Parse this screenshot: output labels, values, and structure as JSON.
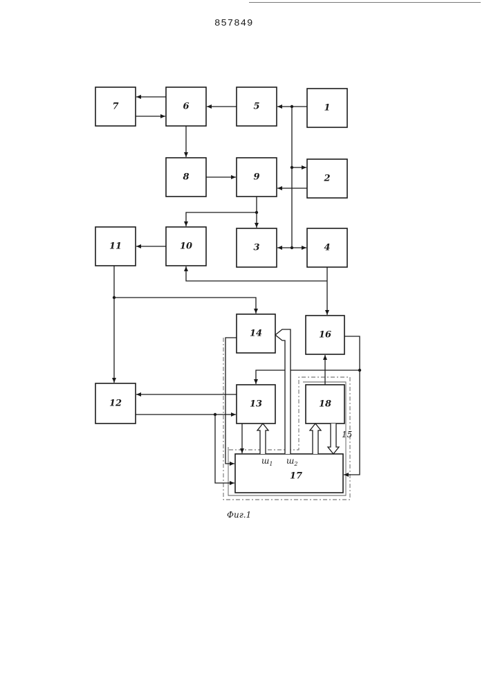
{
  "page_number": "857849",
  "figure_caption": "Фиг.1",
  "blocks": {
    "b1": "1",
    "b2": "2",
    "b3": "3",
    "b4": "4",
    "b5": "5",
    "b6": "6",
    "b7": "7",
    "b8": "8",
    "b9": "9",
    "b10": "10",
    "b11": "11",
    "b12": "12",
    "b13": "13",
    "b14": "14",
    "b16": "16",
    "b17": "17",
    "b18": "18"
  },
  "labels": {
    "sh1": "ш",
    "sh1_sub": "1",
    "sh2": "ш",
    "sh2_sub": "2",
    "n15": "15"
  }
}
